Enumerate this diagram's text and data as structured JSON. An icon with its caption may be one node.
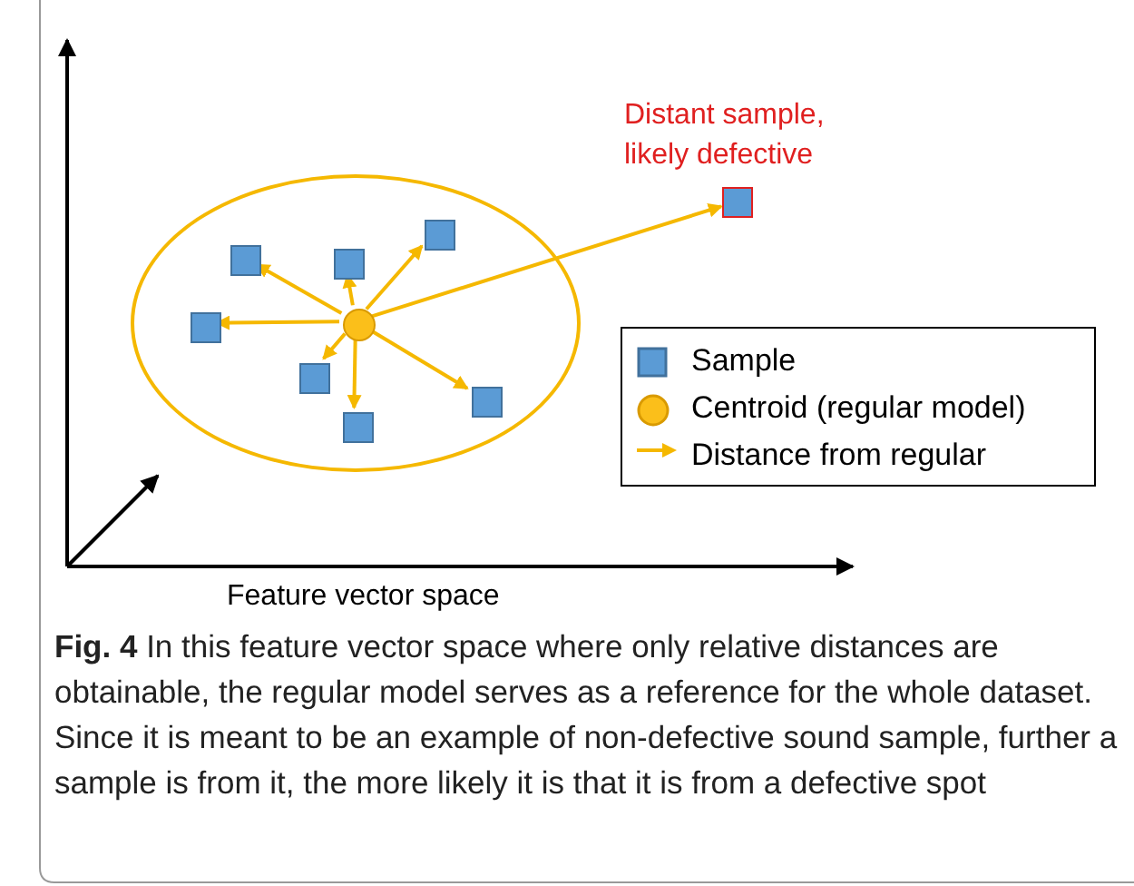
{
  "diagram": {
    "caption": "**Fig. 4** In this feature vector space where only relative distances are obtainable, the regular model serves as a reference for the whole dataset. Since it is meant to be an example of non-defective sound sample, further a sample is from it, the more likely it is that it is from a defective spot",
    "nodes": [
      {
        "text": [],
        "shape": "ellipse"
      },
      {
        "text": [],
        "shape": "circle",
        "in": 0
      },
      {
        "text": [],
        "shape": "box",
        "in": 0
      },
      {
        "text": [],
        "shape": "box",
        "in": 0
      },
      {
        "text": [],
        "shape": "box",
        "in": 0
      },
      {
        "text": [],
        "shape": "box",
        "in": 0
      },
      {
        "text": [],
        "shape": "box",
        "in": 0
      },
      {
        "text": [],
        "shape": "box",
        "in": 0
      },
      {
        "text": [],
        "shape": "box",
        "in": 0
      },
      {
        "text": [],
        "shape": "box",
        "beside": [
          "Distant sample, likely defective"
        ]
      }
    ],
    "edges": [
      {
        "from": 1,
        "to": 2,
        "arrow": "to"
      },
      {
        "from": 1,
        "to": 3,
        "arrow": "to"
      },
      {
        "from": 1,
        "to": 4,
        "arrow": "to"
      },
      {
        "from": 1,
        "to": 5,
        "arrow": "to"
      },
      {
        "from": 1,
        "to": 6,
        "arrow": "to"
      },
      {
        "from": 1,
        "to": 7,
        "arrow": "to"
      },
      {
        "from": 1,
        "to": 8,
        "arrow": "to"
      },
      {
        "from": 1,
        "to": 9,
        "arrow": "to"
      }
    ],
    "labels": [
      "Feature vector space"
    ],
    "legend": [
      {
        "text": "Sample"
      },
      {
        "text": "Centroid (regular model)"
      },
      {
        "text": "Distance from regular"
      }
    ]
  }
}
